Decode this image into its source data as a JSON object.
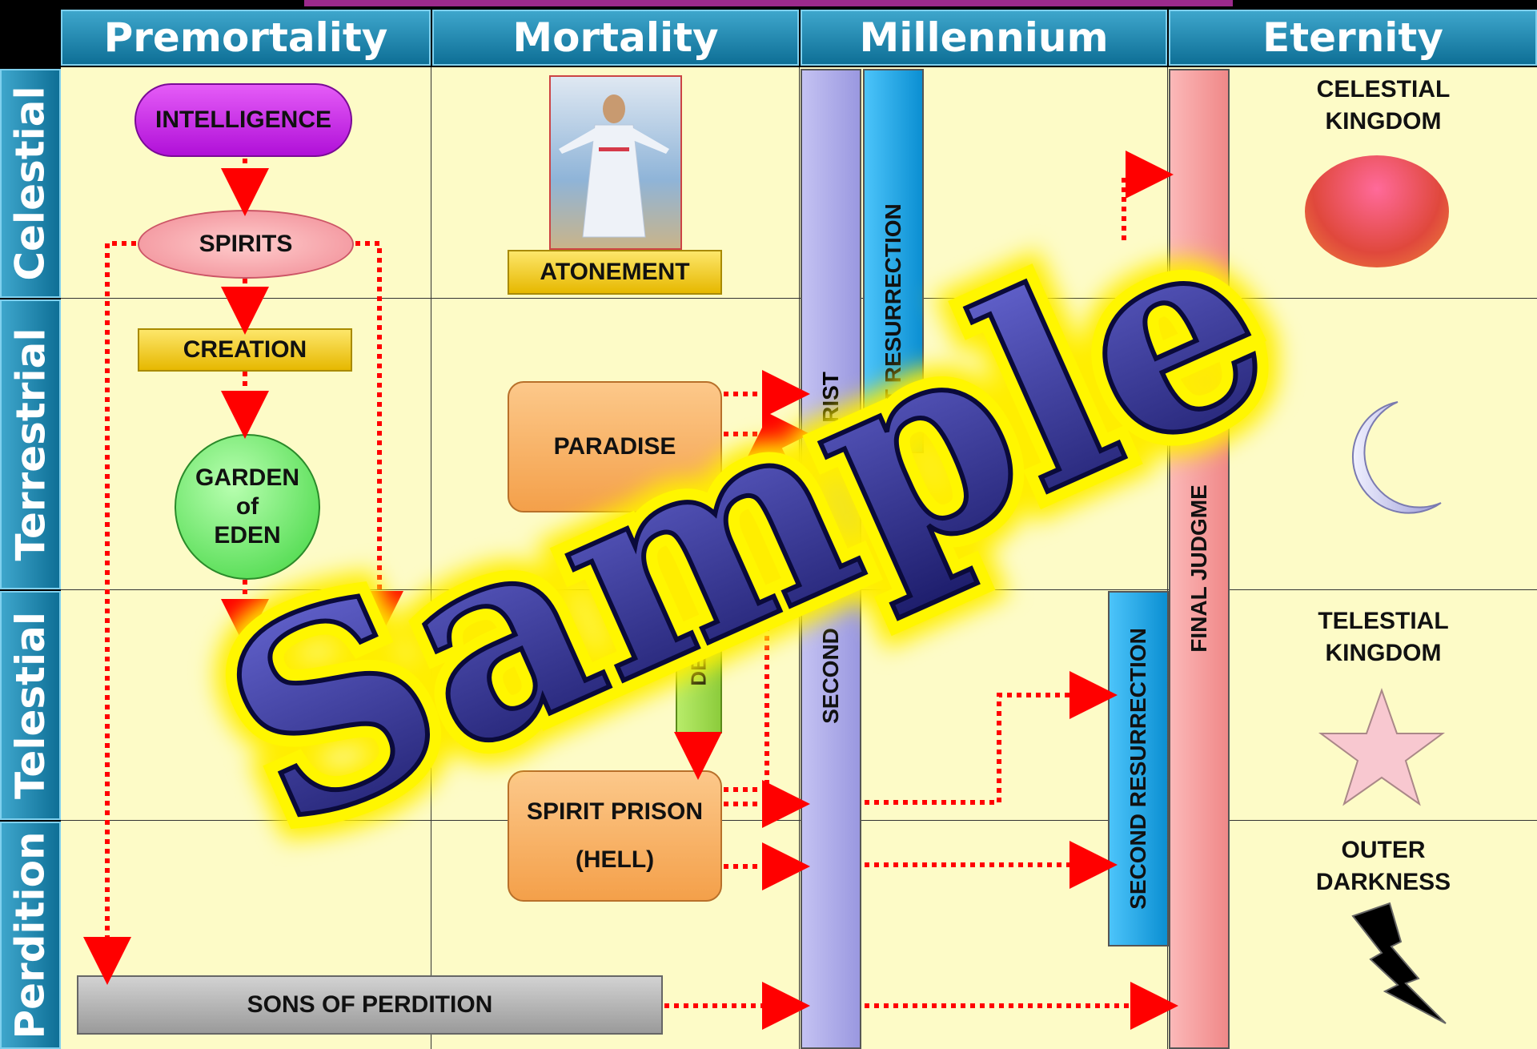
{
  "columns": [
    "Premortality",
    "Mortality",
    "Millennium",
    "Eternity"
  ],
  "rows": [
    "Celestial",
    "Terrestrial",
    "Telestial",
    "Perdition"
  ],
  "nodes": {
    "intelligence": "INTELLIGENCE",
    "spirits": "SPIRITS",
    "atonement": "ATONEMENT",
    "creation": "CREATION",
    "garden_of_eden": "GARDEN\nof\nEDEN",
    "paradise": "PARADISE",
    "spirit_prison": "SPIRIT PRISON\n\n(HELL)",
    "death_fragment": "DE",
    "sons_of_perdition": "SONS OF PERDITION"
  },
  "bars": {
    "second_coming_fragment": "SECOND",
    "second_coming_fragment2": "RIST",
    "first_resurrection_fragment": "ST RESURRECTION",
    "second_resurrection": "SECOND RESURRECTION",
    "final_judgment_fragment": "FINAL JUDGME"
  },
  "kingdoms": {
    "celestial": "CELESTIAL\nKINGDOM",
    "telestial": "TELESTIAL\nKINGDOM",
    "outer_darkness": "OUTER\nDARKNESS"
  },
  "watermark": "Sample",
  "colors": {
    "header": "#0e6f96",
    "background": "#fdfbc7",
    "intelligence": "#cc22ee",
    "spirits": "#f7a0a8",
    "gold": "#f5d020",
    "eden": "#5ee85e",
    "orange_box": "#f9b46a",
    "second_coming_bar": "#aaa8e8",
    "resurrection_bar": "#0ea5ec",
    "judgment_bar": "#f7a0a0",
    "perdition_bar": "#aaaaaa",
    "arrow": "#ff0000"
  }
}
